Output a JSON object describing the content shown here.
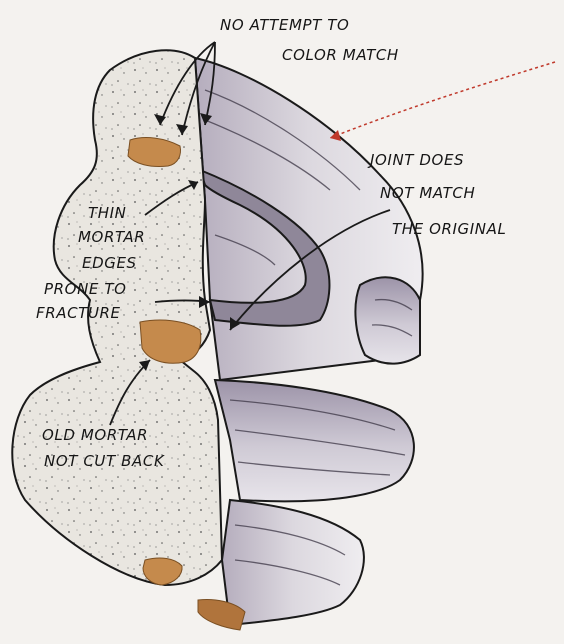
{
  "annotations": {
    "no_attempt_line1": "NO ATTEMPT TO",
    "no_attempt_line2": "COLOR MATCH",
    "joint_line1": "JOINT DOES",
    "joint_line2": "NOT MATCH",
    "joint_line3": "THE ORIGINAL",
    "thin_line1": "THIN",
    "thin_line2": "MORTAR",
    "thin_line3": "EDGES",
    "prone_line1": "PRONE TO",
    "prone_line2": "FRACTURE",
    "old_line1": "OLD MORTAR",
    "old_line2": "NOT CUT BACK"
  },
  "colors": {
    "paper": "#f4f2ef",
    "old_mortar": "#c58a4c",
    "new_mortar": "#e9e6e0",
    "stone_shadow": "#a9a1b3",
    "stone_light": "#dcd8df",
    "ink": "#161616",
    "leader_red": "#c0392b"
  }
}
